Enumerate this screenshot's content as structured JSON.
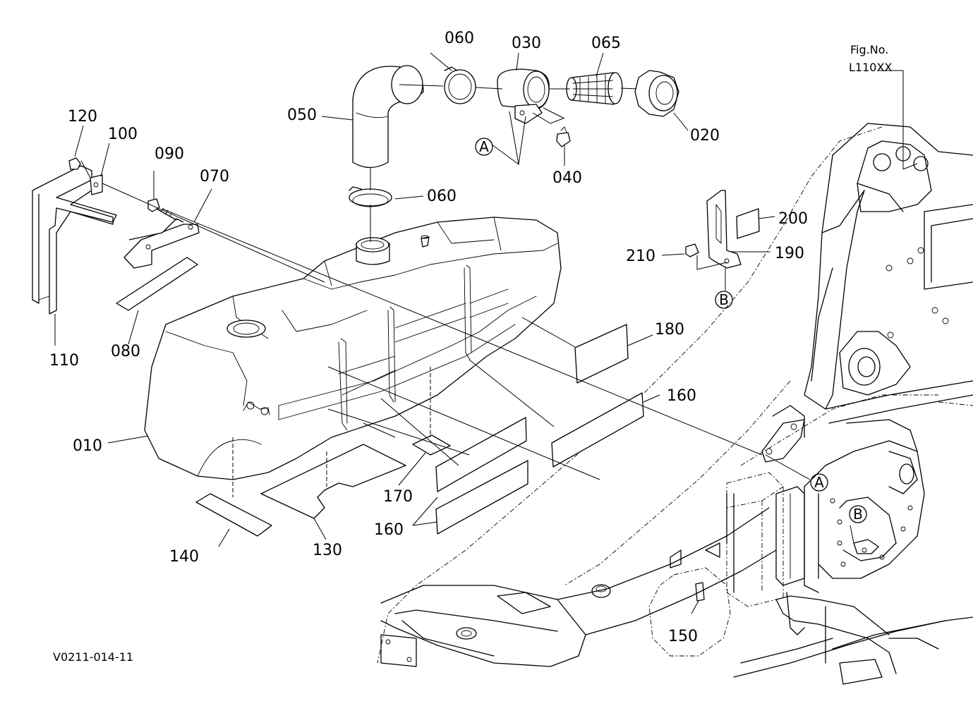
{
  "figure": {
    "fig_no_label": "Fig.No.",
    "fig_no_value": "L110XX",
    "drawing_code": "V0211-014-11"
  },
  "callouts": {
    "p010": "010",
    "p020": "020",
    "p030": "030",
    "p040": "040",
    "p050": "050",
    "p060_top": "060",
    "p060_mid": "060",
    "p065": "065",
    "p070": "070",
    "p080": "080",
    "p090": "090",
    "p100": "100",
    "p110": "110",
    "p120": "120",
    "p130": "130",
    "p140": "140",
    "p150": "150",
    "p160_right": "160",
    "p160_bottom": "160",
    "p170": "170",
    "p180": "180",
    "p190": "190",
    "p200": "200",
    "p210": "210"
  },
  "refs": {
    "a_top": "A",
    "b_left": "B",
    "a_frame": "A",
    "b_frame": "B"
  }
}
